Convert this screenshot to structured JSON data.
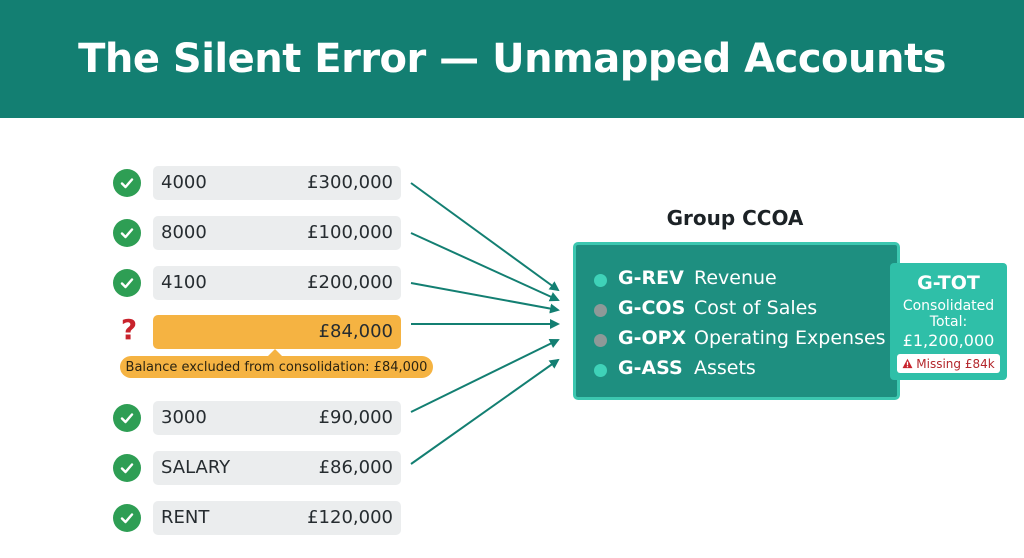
{
  "title": "The Silent Error — Unmapped Accounts",
  "accounts": [
    {
      "code": "4000",
      "amount": "£300,000"
    },
    {
      "code": "8000",
      "amount": "£100,000"
    },
    {
      "code": "4100",
      "amount": "£200,000"
    },
    {
      "code": "",
      "amount": "£84,000"
    },
    {
      "code": "3000",
      "amount": "£90,000"
    },
    {
      "code": "SALARY",
      "amount": "£86,000"
    },
    {
      "code": "RENT",
      "amount": "£120,000"
    }
  ],
  "unmapped_note": "Balance excluded from consolidation: £84,000",
  "ccoa": {
    "title": "Group CCOA",
    "items": [
      {
        "code": "G-REV",
        "name": "Revenue"
      },
      {
        "code": "G-COS",
        "name": "Cost of Sales"
      },
      {
        "code": "G-OPX",
        "name": "Operating Expenses"
      },
      {
        "code": "G-ASS",
        "name": "Assets"
      }
    ]
  },
  "total": {
    "code": "G-TOT",
    "label": "Consolidated Total:",
    "value": "£1,200,000",
    "missing": "Missing £84k"
  },
  "colors": {
    "header": "#137f72",
    "check": "#2e9e54",
    "warning": "#f5b342",
    "error": "#c8232c",
    "ccoa_box": "#1e8f80",
    "total_box": "#2fbfa8",
    "arrow": "#137f72"
  },
  "icons": {
    "mapped": "check-circle-icon",
    "unmapped": "question-mark-icon",
    "missing": "warning-triangle-icon"
  }
}
